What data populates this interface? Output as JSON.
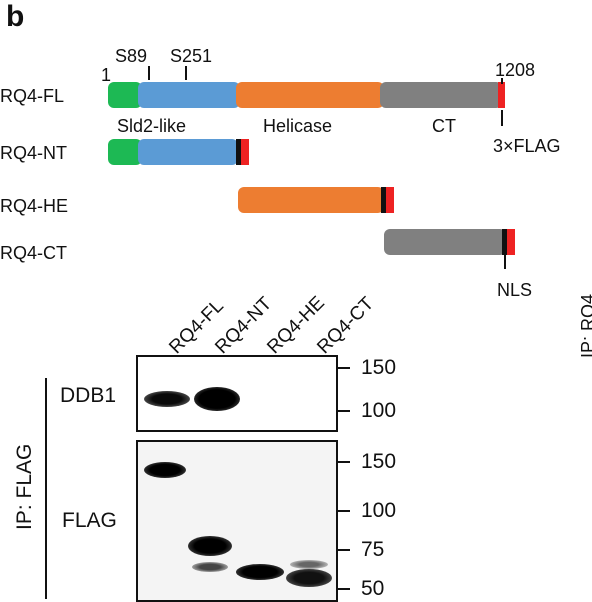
{
  "panel_label": "b",
  "residues": {
    "start": "1",
    "s89": "S89",
    "s251": "S251",
    "end": "1208"
  },
  "constructs": [
    {
      "id": "fl",
      "name": "RQ4-FL"
    },
    {
      "id": "nt",
      "name": "RQ4-NT"
    },
    {
      "id": "he",
      "name": "RQ4-HE"
    },
    {
      "id": "ct",
      "name": "RQ4-CT"
    }
  ],
  "domains": {
    "sld2": "Sld2-like",
    "helicase": "Helicase",
    "ct": "CT",
    "flag_tag": "3×FLAG",
    "nls": "NLS"
  },
  "colors": {
    "sld2_n": "#1db954",
    "sld2": "#5b9bd5",
    "helicase": "#ed7d31",
    "ct": "#808080",
    "nls": "#111111",
    "flag": "#ee2222"
  },
  "lanes": [
    "RQ4-FL",
    "RQ4-NT",
    "RQ4-HE",
    "RQ4-CT"
  ],
  "blots": {
    "ip_label": "IP: FLAG",
    "ddb1": {
      "label": "DDB1",
      "markers": [
        "150",
        "100"
      ]
    },
    "flag": {
      "label": "FLAG",
      "markers": [
        "150",
        "100",
        "75",
        "50"
      ]
    }
  },
  "cropped_right_text": "IP: RQ4"
}
